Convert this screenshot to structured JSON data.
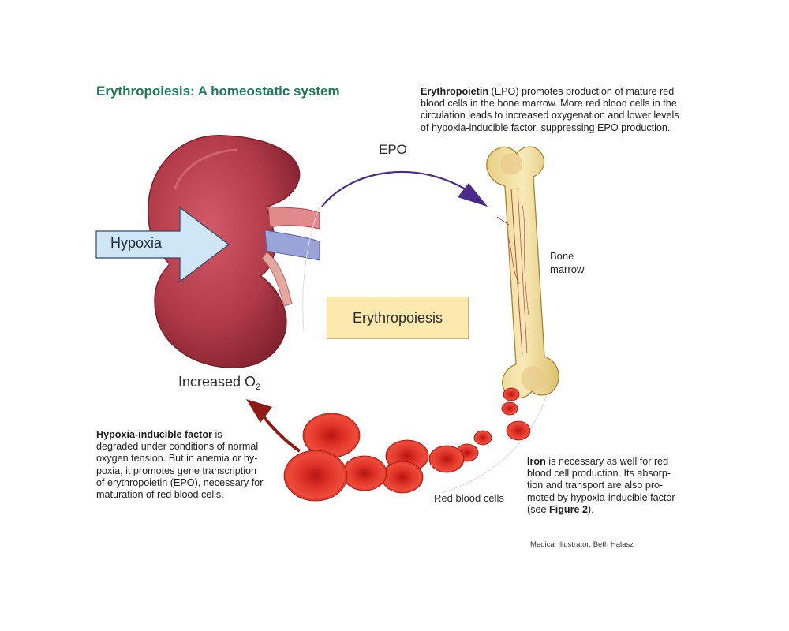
{
  "title": "Erythropoiesis: A homeostatic system",
  "notes": {
    "epo": {
      "bold": "Erythropoietin",
      "lines": [
        " (EPO) promotes production of mature red",
        "blood cells in the bone marrow. More red blood cells in the",
        "circulation leads to increased oxygenation and lower levels",
        "of hypoxia-inducible factor, suppressing EPO production."
      ]
    },
    "hif": {
      "bold": "Hypoxia-inducible factor",
      "lines": [
        " is",
        "degraded under conditions of normal",
        "oxygen tension. But in anemia or hy-",
        "poxia, it promotes gene transcription",
        "of erythropoietin (EPO), necessary for",
        "maturation of red blood cells."
      ]
    },
    "iron": {
      "bold": "Iron",
      "lines": [
        " is necessary as well for red",
        "blood cell production. Its absorp-",
        "tion and transport are also pro-",
        "moted by hypoxia-inducible factor",
        "(see "
      ],
      "figure_ref": "Figure 2",
      "tail": ")."
    }
  },
  "labels": {
    "epo": "EPO",
    "bone_marrow_line1": "Bone",
    "bone_marrow_line2": "marrow",
    "red_blood_cells": "Red blood cells",
    "increased_o2_main": "Increased O",
    "increased_o2_sub": "2",
    "hypoxia": "Hypoxia",
    "erythropoiesis": "Erythropoiesis"
  },
  "credit": "Medical Illustrator: Beth Halasz",
  "colors": {
    "title_green": "#1f7a57",
    "kidney_red": "#b03a48",
    "epo_arrow_purple": "#4b2a8a",
    "o2_arrow_red": "#8e1b16",
    "hypoxia_arrow_fill": "#cfe6f7",
    "erythro_box_fill": "#fde9ad",
    "bone_fill": "#f6e3a6",
    "rbc_red": "#d7261e"
  }
}
